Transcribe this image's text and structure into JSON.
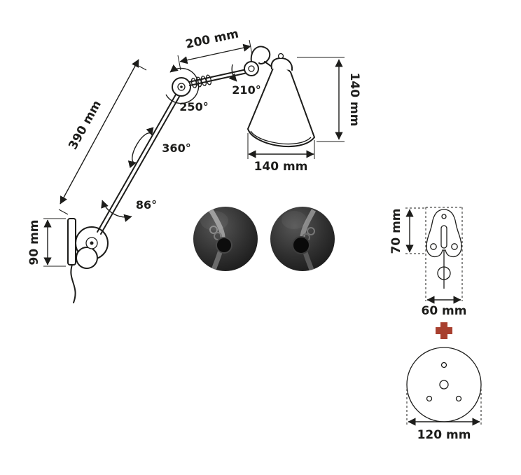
{
  "colors": {
    "line": "#1d1d1b",
    "plus": "#a8402f"
  },
  "lamp_drawing": {
    "dimensions": {
      "upper_arm_length": "200 mm",
      "lower_arm_length": "390 mm",
      "shade_height": "140 mm",
      "shade_diameter": "140 mm",
      "wall_bracket_height": "90 mm"
    },
    "angles": {
      "shade_rotation": "210°",
      "elbow_rotation": "250°",
      "arm_rotation": "360°",
      "wall_swivel": "86°"
    }
  },
  "wall_plate_detail": {
    "height": "70 mm",
    "width": "60 mm"
  },
  "plus_symbol": "+",
  "base_plate_detail": {
    "diameter": "120 mm"
  }
}
